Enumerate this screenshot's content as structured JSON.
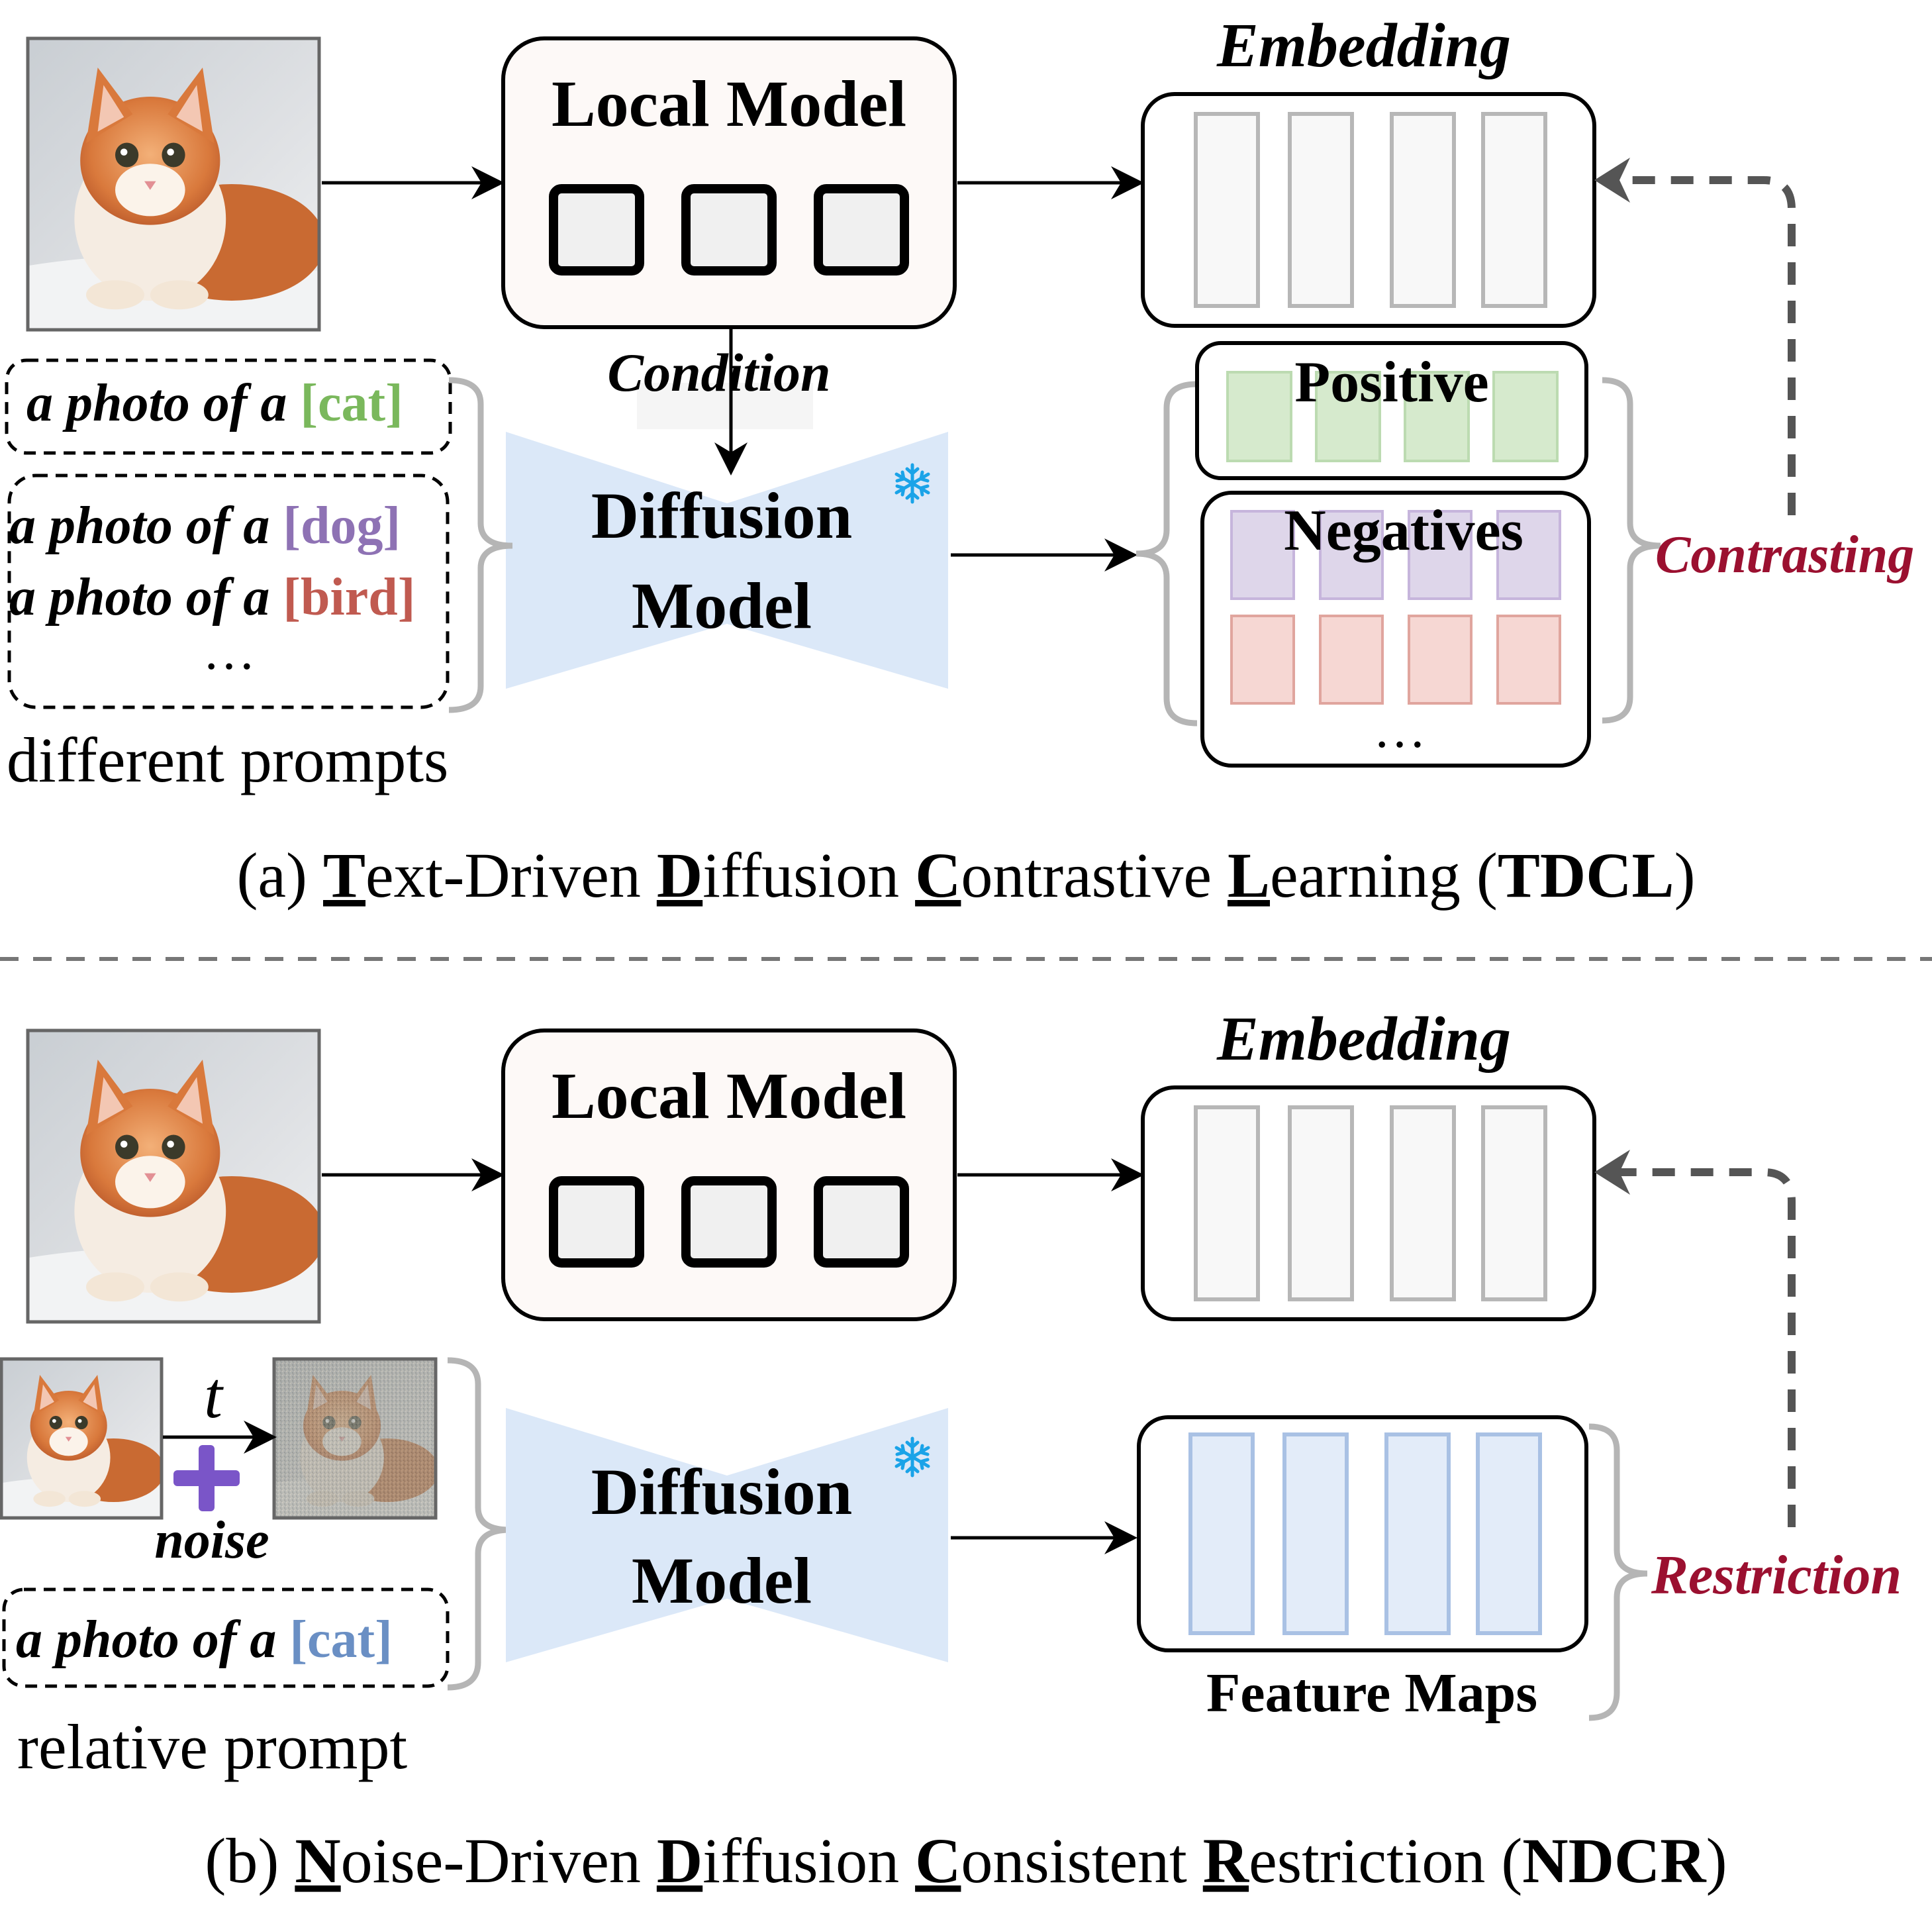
{
  "colors": {
    "prompt_cat_a": "#7ab85c",
    "prompt_dog": "#8e72b4",
    "prompt_bird": "#c05a50",
    "prompt_cat_b": "#6a8fc4",
    "accent_label": "#9b1030",
    "diffusion_fill": "#dbe8f8",
    "snowflake": "#1aa3e8",
    "noise_plus": "#7a55c8",
    "positive_cell": "#c9e4bd",
    "negative_purple_cell": "#ded6ea",
    "negative_red_cell": "#f6d7d3",
    "feature_cell": "#e3ecf9"
  },
  "icons": {
    "cat_photo": "cat-photo-icon",
    "noisy_cat_photo": "noisy-cat-photo-icon",
    "snowflake": "snowflake-icon",
    "plus": "plus-icon"
  },
  "top": {
    "local_model_title": "Local Model",
    "embedding_title": "Embedding",
    "condition_label": "Condition",
    "diffusion_line1": "Diffusion",
    "diffusion_line2": "Model",
    "prompt_prefix": "a photo of a ",
    "prompt_cat": "[cat]",
    "prompt_dog": "[dog]",
    "prompt_bird": "[bird]",
    "prompt_ellipsis": "…",
    "different_prompts": "different prompts",
    "positive_label": "Positive",
    "negatives_label": "Negatives",
    "negatives_ellipsis": "…",
    "contrasting_label": "Contrasting",
    "caption": {
      "prefix": "(a) ",
      "t_initial": "T",
      "t_rest": "ext-Driven ",
      "d_initial": "D",
      "d_rest": "iffusion ",
      "c_initial": "C",
      "c_rest": "ontrastive ",
      "l_initial": "L",
      "l_rest": "earning (",
      "abbr": "TDCL",
      "suffix": ")"
    }
  },
  "bottom": {
    "local_model_title": "Local Model",
    "embedding_title": "Embedding",
    "diffusion_line1": "Diffusion",
    "diffusion_line2": "Model",
    "t_label": "t",
    "noise_label": "noise",
    "prompt_prefix": "a photo of a ",
    "prompt_cat": "[cat]",
    "relative_prompt": "relative prompt",
    "feature_maps_label": "Feature Maps",
    "restriction_label": "Restriction",
    "caption": {
      "prefix": "(b) ",
      "n_initial": "N",
      "n_rest": "oise-Driven ",
      "d_initial": "D",
      "d_rest": "iffusion ",
      "c_initial": "C",
      "c_rest": "onsistent ",
      "r_initial": "R",
      "r_rest": "estriction (",
      "abbr": "NDCR",
      "suffix": ")"
    }
  }
}
